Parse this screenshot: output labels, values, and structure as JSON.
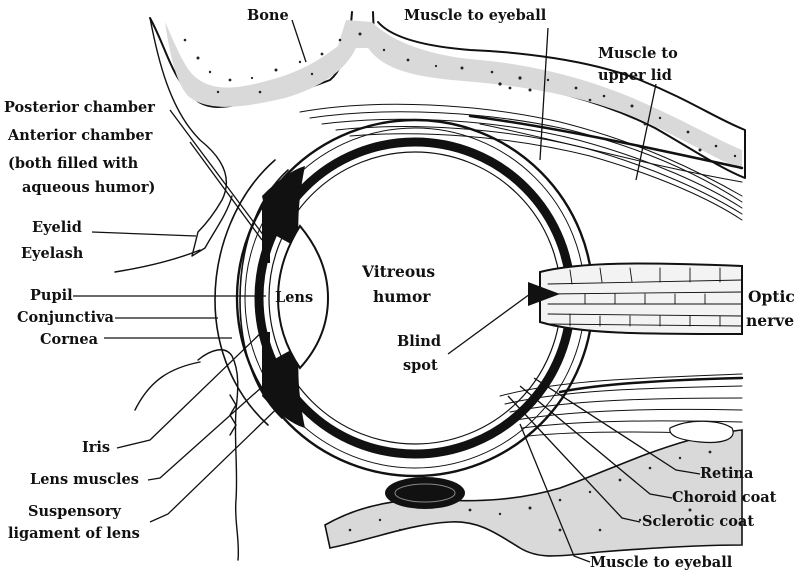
{
  "diagram": {
    "labels": {
      "bone": "Bone",
      "muscle_to_eyeball_top": "Muscle to eyeball",
      "muscle_to_upper_lid_1": "Muscle to",
      "muscle_to_upper_lid_2": "upper lid",
      "posterior_chamber": "Posterior chamber",
      "anterior_chamber": "Anterior chamber",
      "aqueous_1": "(both filled with",
      "aqueous_2": "aqueous humor)",
      "eyelid": "Eyelid",
      "eyelash": "Eyelash",
      "pupil": "Pupil",
      "conjunctiva": "Conjunctiva",
      "cornea": "Cornea",
      "lens": "Lens",
      "vitreous_1": "Vitreous",
      "vitreous_2": "humor",
      "blind_spot_1": "Blind",
      "blind_spot_2": "spot",
      "optic_nerve_1": "Optic",
      "optic_nerve_2": "nerve",
      "iris": "Iris",
      "lens_muscles": "Lens muscles",
      "suspensory_1": "Suspensory",
      "suspensory_2": "ligament of lens",
      "retina": "Retina",
      "choroid_coat": "Choroid coat",
      "sclerotic_coat": "Sclerotic coat",
      "muscle_to_eyeball_bottom": "Muscle to eyeball"
    }
  }
}
